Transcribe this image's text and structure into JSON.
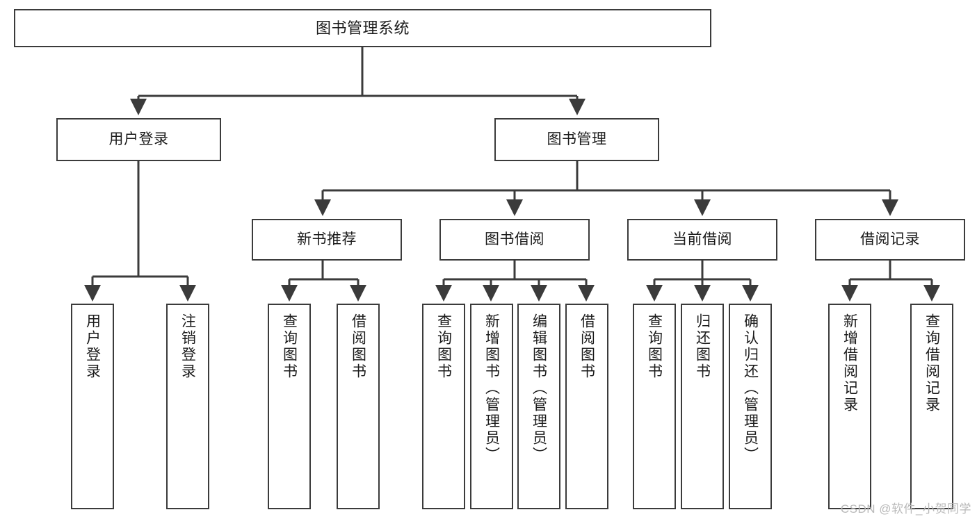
{
  "diagram": {
    "type": "tree",
    "title": "图书管理系统",
    "watermark": "CSDN @软件_小贺同学",
    "levels": {
      "root": {
        "label": "图书管理系统"
      },
      "level2": [
        {
          "id": "user-login",
          "label": "用户登录"
        },
        {
          "id": "book-management",
          "label": "图书管理"
        }
      ],
      "level3": [
        {
          "id": "new-book-recommend",
          "label": "新书推荐",
          "parent": "book-management"
        },
        {
          "id": "book-borrow",
          "label": "图书借阅",
          "parent": "book-management"
        },
        {
          "id": "current-borrow",
          "label": "当前借阅",
          "parent": "book-management"
        },
        {
          "id": "borrow-record",
          "label": "借阅记录",
          "parent": "book-management"
        }
      ],
      "leaves": [
        {
          "id": "leaf-user-login",
          "label": "用户登录",
          "parent": "user-login"
        },
        {
          "id": "leaf-logout-login",
          "label": "注销登录",
          "parent": "user-login"
        },
        {
          "id": "leaf-query-book-1",
          "label": "查询图书",
          "parent": "new-book-recommend"
        },
        {
          "id": "leaf-borrow-book-1",
          "label": "借阅图书",
          "parent": "new-book-recommend"
        },
        {
          "id": "leaf-query-book-2",
          "label": "查询图书",
          "parent": "book-borrow"
        },
        {
          "id": "leaf-add-book",
          "label": "新增图书（管理员）",
          "parent": "book-borrow"
        },
        {
          "id": "leaf-edit-book",
          "label": "编辑图书（管理员）",
          "parent": "book-borrow"
        },
        {
          "id": "leaf-borrow-book-2",
          "label": "借阅图书",
          "parent": "book-borrow"
        },
        {
          "id": "leaf-query-book-3",
          "label": "查询图书",
          "parent": "current-borrow"
        },
        {
          "id": "leaf-return-book",
          "label": "归还图书",
          "parent": "current-borrow"
        },
        {
          "id": "leaf-confirm-return",
          "label": "确认归还（管理员）",
          "parent": "current-borrow"
        },
        {
          "id": "leaf-add-record",
          "label": "新增借阅记录",
          "parent": "borrow-record"
        },
        {
          "id": "leaf-query-record",
          "label": "查询借阅记录",
          "parent": "borrow-record"
        }
      ]
    },
    "colors": {
      "stroke": "#3b3b3b",
      "fill": "#ffffff",
      "text": "#1b1b1b",
      "watermark": "#b9b9b9"
    }
  }
}
